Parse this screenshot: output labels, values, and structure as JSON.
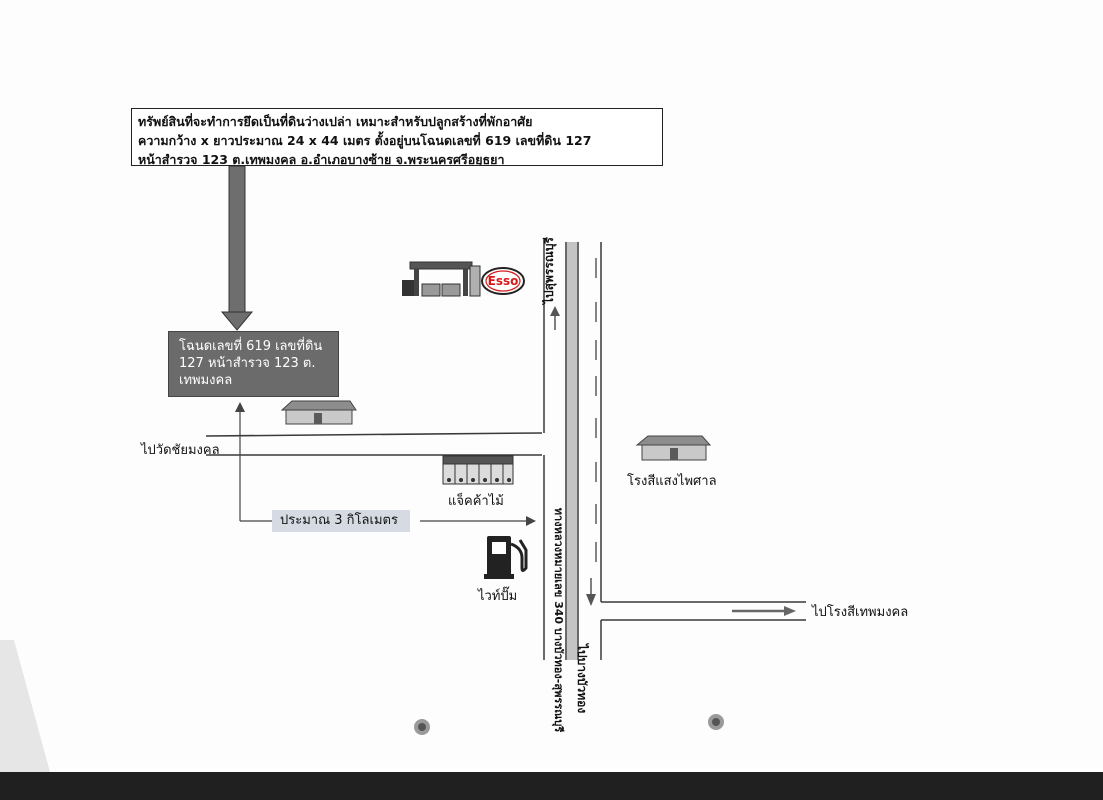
{
  "property_info": {
    "line1": "ทรัพย์สินที่จะทำการยึดเป็นที่ดินว่างเปล่า เหมาะสำหรับปลูกสร้างที่พักอาศัย",
    "line2": "ความกว้าง x ยาวประมาณ 24 x 44 เมตร ตั้งอยู่บนโฉนดเลขที่ 619 เลขที่ดิน 127",
    "line3": "หน้าสำรวจ 123 ต.เทพมงคล อ.อำเภอบางซ้าย จ.พระนครศรีอยุธยา"
  },
  "deed_box": {
    "text": "โฉนดเลขที่ 619 เลขที่ดิน 127 หน้าสำรวจ 123 ต. เทพมงคล"
  },
  "labels": {
    "to_wat_chai_mongkhon": "ไปวัดชัยมงคล",
    "distance": "ประมาณ 3 กิโลเมตร",
    "lumber_yard": "แจ็คค้าไม้",
    "gas_station": "ไวท์ปั๊ม",
    "rice_mill_saeng_paisan": "โรงสีแสงไพศาล",
    "to_rice_mill_thep_mongkhon": "ไปโรงสีเทพมงคล",
    "to_suphanburi": "ไปสุพรรณบุรี",
    "highway_name": "ทางหลวงหมายเลข 340 บางบัวทอง-สุพรรณบุรี",
    "to_bang_bua_thong": "ไปบางบัวทอง",
    "esso_logo": "Esso"
  },
  "colors": {
    "road_line": "#3a3a3a",
    "highway_center": "#bdbdbd",
    "deed_box_bg": "#6b6b6b",
    "arrow_gray": "#707070",
    "distance_bg": "#d6dbe3",
    "esso_red": "#d61a1a"
  }
}
